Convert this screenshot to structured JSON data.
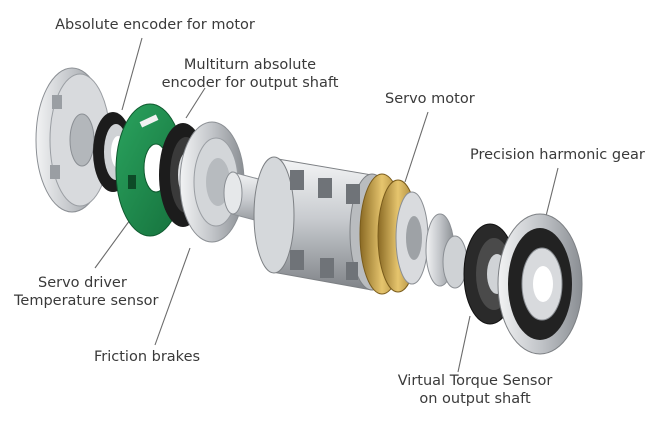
{
  "labels": {
    "absolute_encoder_motor": "Absolute encoder for motor",
    "multiturn_line1": "Multiturn absolute",
    "multiturn_line2": "encoder for output shaft",
    "servo_motor": "Servo motor",
    "harmonic_gear": "Precision harmonic gear",
    "servo_driver_line1": "Servo driver",
    "servo_driver_line2": "Temperature sensor",
    "friction_brakes": "Friction brakes",
    "torque_line1": "Virtual Torque Sensor",
    "torque_line2": "on output shaft"
  },
  "colors": {
    "pcb_green": "#1f8a4c",
    "metal_light": "#e4e6e8",
    "metal_mid": "#b9bcbf",
    "metal_dark": "#7d8084",
    "gold": "#caa24a",
    "rubber_black": "#1c1c1c",
    "leader_line": "#6b6b6b"
  }
}
